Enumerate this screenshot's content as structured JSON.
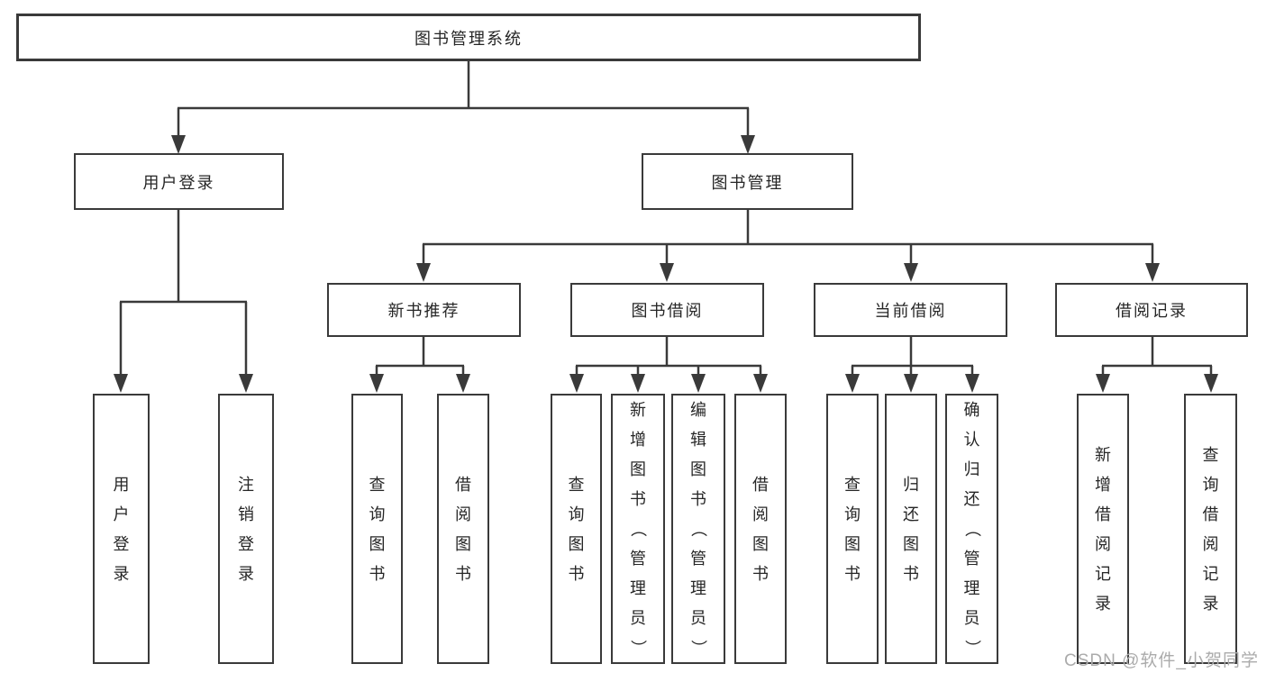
{
  "watermark": "CSDN @软件_小贺同学",
  "colors": {
    "line": "#3a3a3a",
    "text": "#262626",
    "watermark": "#ababab",
    "background": "#ffffff"
  },
  "tree": {
    "label": "图书管理系统",
    "children": [
      {
        "label": "用户登录",
        "children": [
          {
            "label": "用户登录"
          },
          {
            "label": "注销登录"
          }
        ]
      },
      {
        "label": "图书管理",
        "children": [
          {
            "label": "新书推荐",
            "children": [
              {
                "label": "查询图书"
              },
              {
                "label": "借阅图书"
              }
            ]
          },
          {
            "label": "图书借阅",
            "children": [
              {
                "label": "查询图书"
              },
              {
                "label": "新增图书（管理员）"
              },
              {
                "label": "编辑图书（管理员）"
              },
              {
                "label": "借阅图书"
              }
            ]
          },
          {
            "label": "当前借阅",
            "children": [
              {
                "label": "查询图书"
              },
              {
                "label": "归还图书"
              },
              {
                "label": "确认归还（管理员）"
              }
            ]
          },
          {
            "label": "借阅记录",
            "children": [
              {
                "label": "新增借阅记录"
              },
              {
                "label": "查询借阅记录"
              }
            ]
          }
        ]
      }
    ]
  }
}
